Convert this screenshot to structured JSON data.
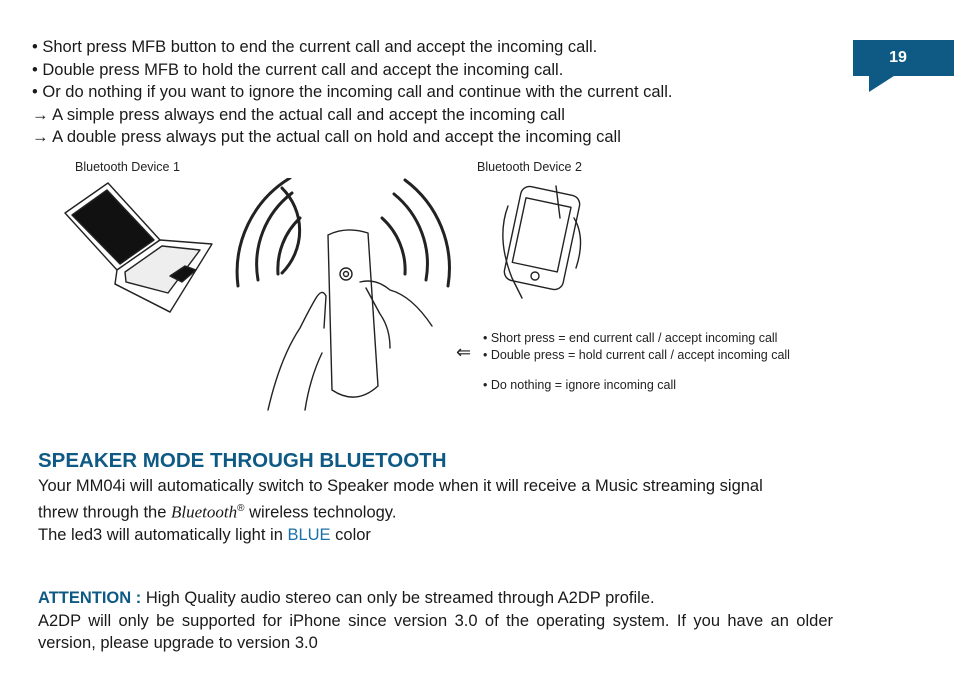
{
  "page": {
    "number": "19"
  },
  "bullets": [
    "• Short press MFB button to end the current call and accept the incoming call.",
    "• Double press MFB to hold the current call and accept the incoming call.",
    "• Or do nothing if you want to ignore the incoming call and continue with the current call.",
    "→ A simple press always end the actual call and accept the incoming call",
    "→ A double press always put the actual call on hold and accept the incoming call"
  ],
  "illustration": {
    "device1_label": "Bluetooth Device 1",
    "device2_label": "Bluetooth Device 2",
    "legend": [
      "• Short press = end current call / accept incoming call",
      "• Double press = hold current call / accept incoming call",
      "• Do nothing = ignore incoming call"
    ],
    "arrow": "⇐"
  },
  "section": {
    "title": "SPEAKER MODE THROUGH BLUETOOTH",
    "line1": "Your MM04i will automatically switch to Speaker mode when it will receive a Music streaming signal",
    "line2_prefix": "threw through the ",
    "line2_brand": "Bluetooth",
    "line2_reg": "®",
    "line2_suffix": " wireless technology.",
    "line3_prefix": "The led3 will automatically light in ",
    "line3_color_word": "BLUE",
    "line3_suffix": " color"
  },
  "attention": {
    "label": "ATTENTION :",
    "text": " High Quality audio stereo can only be streamed through A2DP profile.",
    "line2": "A2DP will only be supported for iPhone since version 3.0 of the operating system. If you have an older version, please upgrade to version 3.0"
  },
  "colors": {
    "accent": "#0e5a84",
    "blue_word": "#1a70a8"
  }
}
